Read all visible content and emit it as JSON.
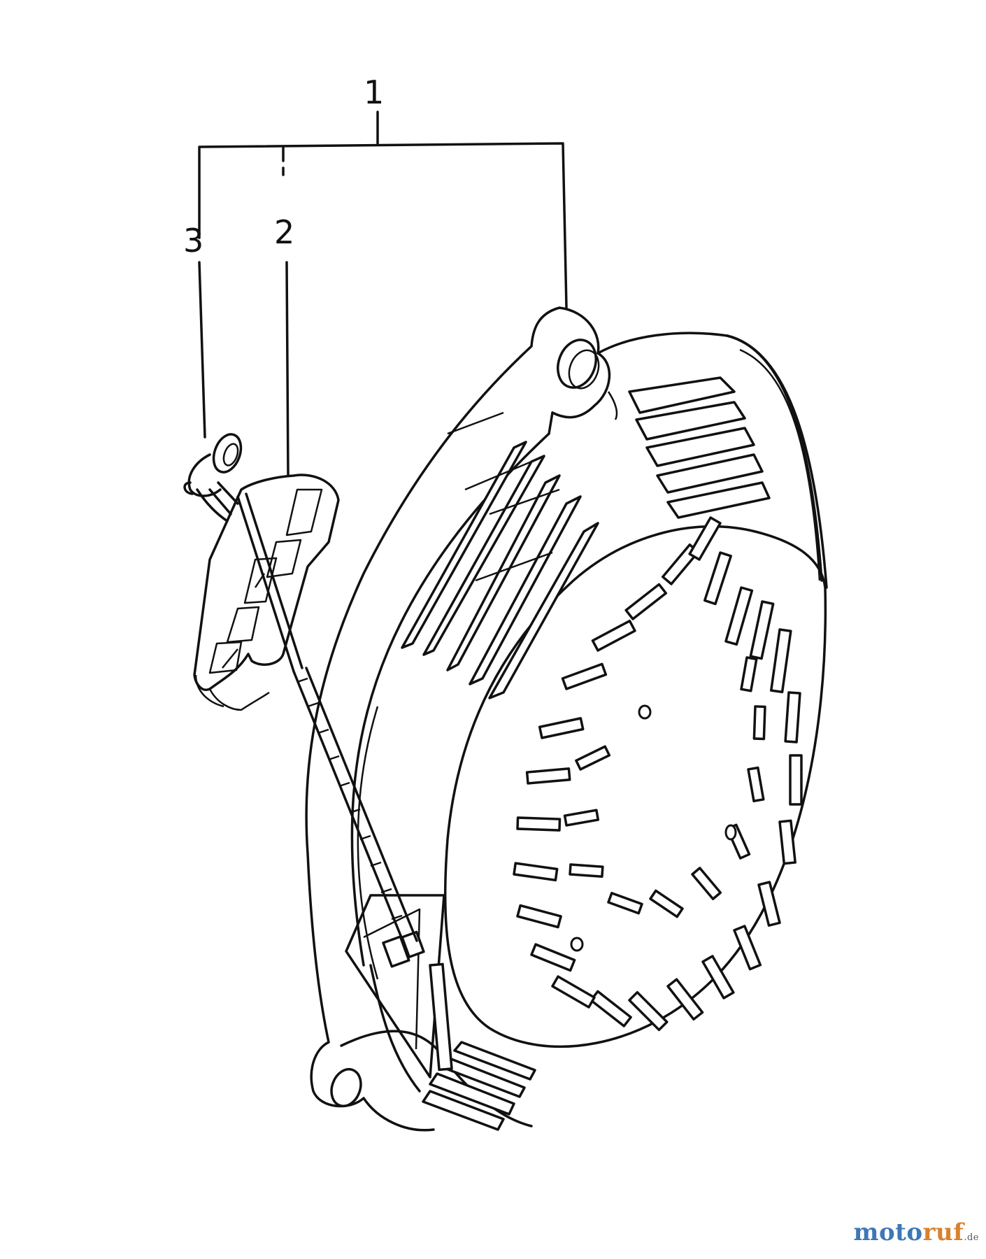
{
  "callouts": [
    {
      "id": "1",
      "label": "1"
    },
    {
      "id": "2",
      "label": "2"
    },
    {
      "id": "3",
      "label": "3"
    }
  ],
  "watermark": {
    "part1": "moto",
    "part2": "ruf",
    "suffix": ".de"
  }
}
